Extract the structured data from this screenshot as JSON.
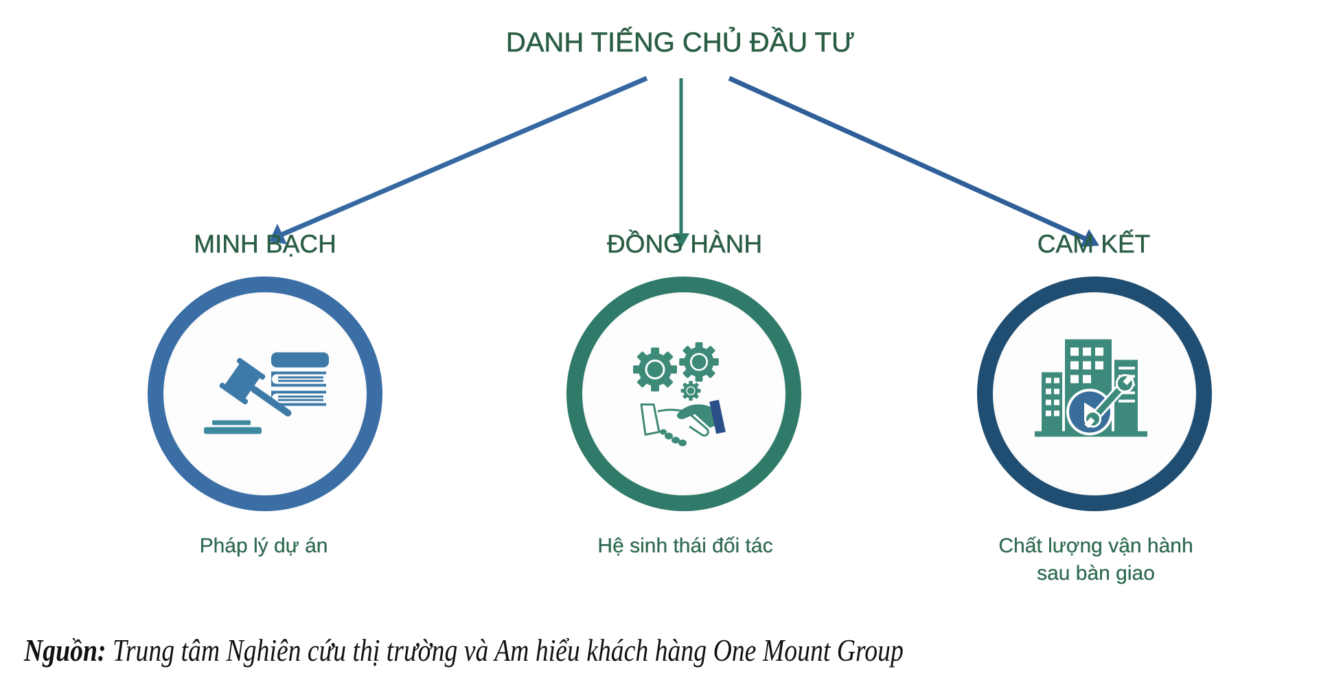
{
  "title": "DANH TIẾNG CHỦ ĐẦU TƯ",
  "colors": {
    "text_green": "#2a5e44",
    "arrow_blue": "#3568a0",
    "arrow_teal": "#2f7a68",
    "ring_blue": "#3a6ea5",
    "ring_teal": "#2f7a68",
    "ring_navy": "#1f4e72",
    "icon_blue": "#3d7aa8",
    "icon_teal": "#3d8a7c",
    "icon_navy": "#2c4f8a"
  },
  "pillars": [
    {
      "label": "MINH BẠCH",
      "icon": "gavel-books-icon",
      "description_lines": [
        "Pháp lý dự án"
      ]
    },
    {
      "label": "ĐỒNG HÀNH",
      "icon": "gears-handshake-icon",
      "description_lines": [
        "Hệ sinh thái đối tác"
      ]
    },
    {
      "label": "CAM KẾT",
      "icon": "buildings-wrench-icon",
      "description_lines": [
        "Chất lượng vận hành",
        "sau bàn giao"
      ]
    }
  ],
  "source": {
    "label": "Nguồn:",
    "text": " Trung tâm Nghiên cứu thị trường và Am hiểu khách hàng One Mount Group"
  }
}
